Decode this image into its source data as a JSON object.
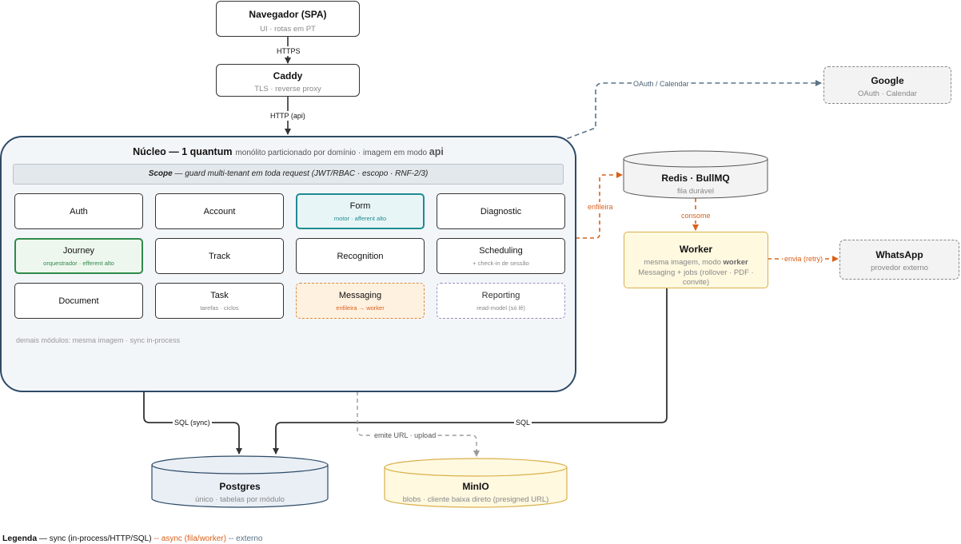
{
  "navegador": {
    "title": "Navegador (SPA)",
    "subtitle": "UI · rotas em PT"
  },
  "caddy": {
    "title": "Caddy",
    "subtitle": "TLS · reverse proxy"
  },
  "google": {
    "title": "Google",
    "subtitle": "OAuth · Calendar"
  },
  "nucleo": {
    "title": "Núcleo — 1 quantum",
    "subtitle_pre": "monólito particionado por domínio · imagem em modo",
    "subtitle_bold": "api",
    "scope_bold": "Scope",
    "scope_text": " — guard multi-tenant em toda request (JWT/RBAC · escopo · RNF-2/3)",
    "footer": "demais módulos: mesma imagem · sync in-process",
    "modules": [
      {
        "label": "Auth",
        "sub": ""
      },
      {
        "label": "Account",
        "sub": ""
      },
      {
        "label": "Form",
        "sub": "motor · afferent alto"
      },
      {
        "label": "Diagnostic",
        "sub": ""
      },
      {
        "label": "Journey",
        "sub": "orquestrador · efferent alto"
      },
      {
        "label": "Track",
        "sub": ""
      },
      {
        "label": "Recognition",
        "sub": ""
      },
      {
        "label": "Scheduling",
        "sub": "+ check-in de sessão"
      },
      {
        "label": "Document",
        "sub": ""
      },
      {
        "label": "Task",
        "sub": "tarefas · ciclos"
      },
      {
        "label": "Messaging",
        "sub": "enfileira → worker"
      },
      {
        "label": "Reporting",
        "sub": "read-model (só lê)"
      }
    ]
  },
  "redis": {
    "title": "Redis · BullMQ",
    "subtitle": "fila durável"
  },
  "worker": {
    "title": "Worker",
    "line1_pre": "mesma imagem, modo ",
    "line1_bold": "worker",
    "line2": "Messaging + jobs (rollover · PDF · convite)"
  },
  "whatsapp": {
    "title": "WhatsApp",
    "subtitle": "provedor externo"
  },
  "postgres": {
    "title": "Postgres",
    "subtitle": "único · tabelas por módulo"
  },
  "minio": {
    "title": "MinIO",
    "subtitle": "blobs · cliente baixa direto (presigned URL)"
  },
  "edges": {
    "https": "HTTPS",
    "http_api": "HTTP (api)",
    "oauth": "OAuth / Calendar",
    "enfileira": "enfileira",
    "consome": "consome",
    "envia": "envia (retry)",
    "sql_sync": "SQL (sync)",
    "sql": "SQL",
    "emite": "emite URL · upload"
  },
  "legend": {
    "title": "Legenda",
    "sync": "— sync (in-process/HTTP/SQL)",
    "async": "-- async (fila/worker)",
    "ext": "-- externo"
  },
  "colors": {
    "nucleo_border": "#2e4a66",
    "async": "#d9601a",
    "external": "#5a7386",
    "form": "#1e8c93",
    "journey": "#2f8a4a",
    "worker": "#d9b04a"
  }
}
